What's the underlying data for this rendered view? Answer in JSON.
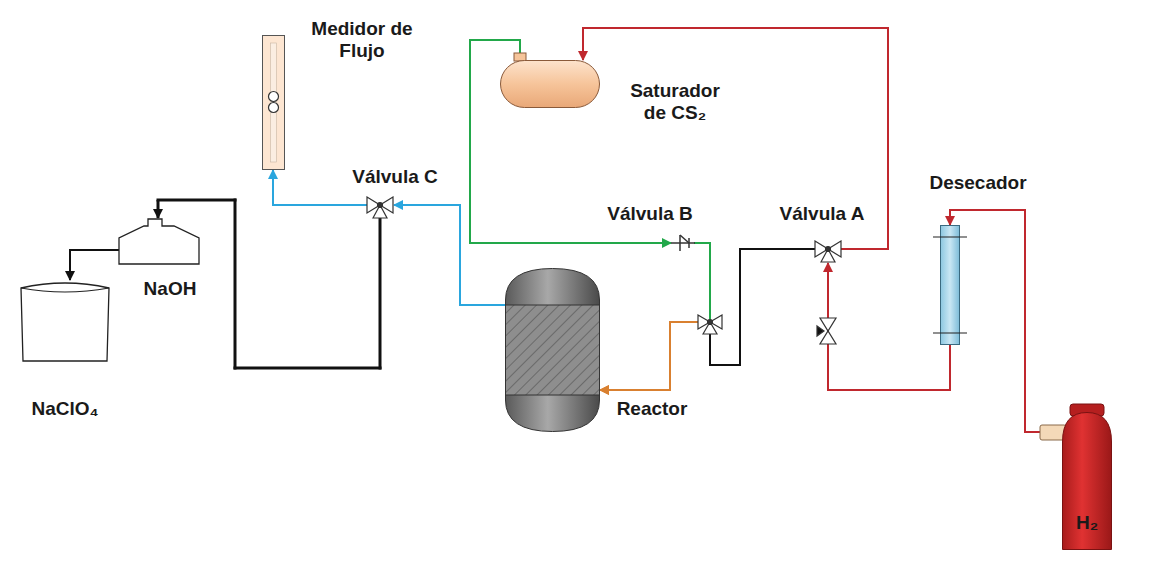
{
  "diagram": {
    "nodes": [
      {
        "text": [
          "Medidor de Flujo"
        ]
      },
      {
        "text": [
          "Saturador de CS₂"
        ]
      },
      {
        "text": [
          "Válvula C"
        ]
      },
      {
        "text": [
          "Válvula B"
        ]
      },
      {
        "text": [
          "Válvula A"
        ]
      },
      {
        "text": [
          "Desecador"
        ]
      },
      {
        "text": [
          "NaOH"
        ]
      },
      {
        "text": [
          "Reactor"
        ]
      },
      {
        "text": [
          "NaClO₄"
        ]
      },
      {
        "text": [
          "H₂"
        ]
      }
    ],
    "edges": [
      {
        "from": 9,
        "to": 5,
        "arrow": "to"
      },
      {
        "from": 5,
        "to": 4,
        "arrow": "to"
      },
      {
        "from": 4,
        "to": 1,
        "arrow": "to"
      },
      {
        "from": 1,
        "to": 3,
        "arrow": "to"
      },
      {
        "from": 3,
        "to": 7,
        "arrow": "to"
      },
      {
        "from": 4,
        "to": 7,
        "arrow": "to"
      },
      {
        "from": 7,
        "to": 2,
        "arrow": "to"
      },
      {
        "from": 2,
        "to": 0,
        "arrow": "to"
      },
      {
        "from": 2,
        "to": 6,
        "arrow": "to"
      },
      {
        "from": 6,
        "to": 8,
        "arrow": "to"
      }
    ]
  }
}
